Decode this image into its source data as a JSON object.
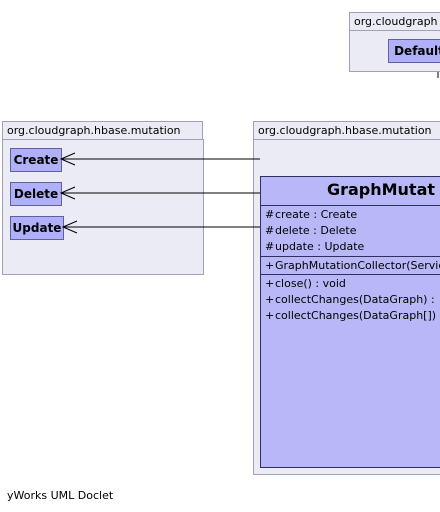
{
  "packages": {
    "top_right": {
      "label": "org.cloudgraph"
    },
    "left": {
      "label": "org.cloudgraph.hbase.mutation"
    },
    "right": {
      "label": "org.cloudgraph.hbase.mutation"
    }
  },
  "classes": {
    "default": {
      "name": "Default"
    },
    "create": {
      "name": "Create"
    },
    "delete": {
      "name": "Delete"
    },
    "update": {
      "name": "Update"
    },
    "main": {
      "name": "GraphMutat",
      "fields": [
        {
          "vis": "#",
          "text": "create : Create"
        },
        {
          "vis": "#",
          "text": "delete : Delete"
        },
        {
          "vis": "#",
          "text": "update : Update"
        }
      ],
      "constructors": [
        {
          "vis": "+",
          "text": "GraphMutationCollector(Servic"
        }
      ],
      "methods": [
        {
          "vis": "+",
          "text": "close() : void"
        },
        {
          "vis": "+",
          "text": "collectChanges(DataGraph) :"
        },
        {
          "vis": "+",
          "text": "collectChanges(DataGraph[])"
        }
      ]
    }
  },
  "footer": "yWorks UML Doclet",
  "colors": {
    "package_fill": "#ebebf5",
    "class_fill": "#b0b0f8",
    "border": "#303060"
  }
}
